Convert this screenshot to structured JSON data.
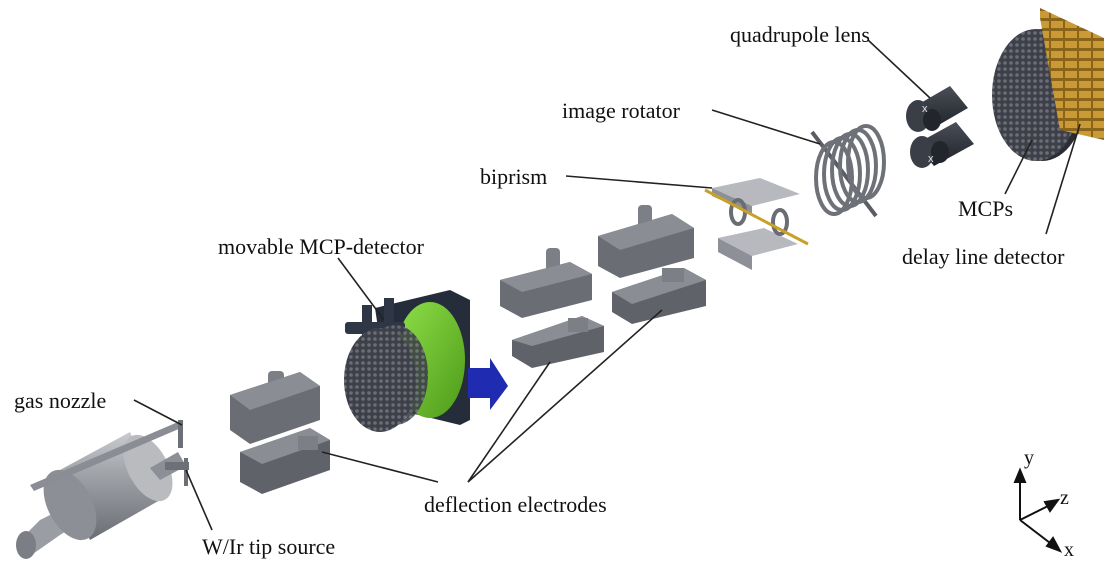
{
  "labels": {
    "quadrupole_lens": "quadrupole lens",
    "image_rotator": "image rotator",
    "biprism": "biprism",
    "movable_mcp_detector": "movable MCP-detector",
    "gas_nozzle": "gas nozzle",
    "mcps": "MCPs",
    "delay_line_detector": "delay line detector",
    "deflection_electrodes": "deflection electrodes",
    "tip_source": "W/Ir tip source"
  },
  "axes": {
    "x": "x",
    "y": "y",
    "z": "z"
  },
  "colors": {
    "metal_dark": "#5a5d63",
    "metal_mid": "#7c7f86",
    "metal_light": "#a9acb2",
    "mcp_green": "#6fc12a",
    "arrow_blue": "#1f2bb0",
    "detector_gold": "#b58a2a",
    "frame_navy": "#252d3a",
    "lens_dark": "#30343c"
  }
}
